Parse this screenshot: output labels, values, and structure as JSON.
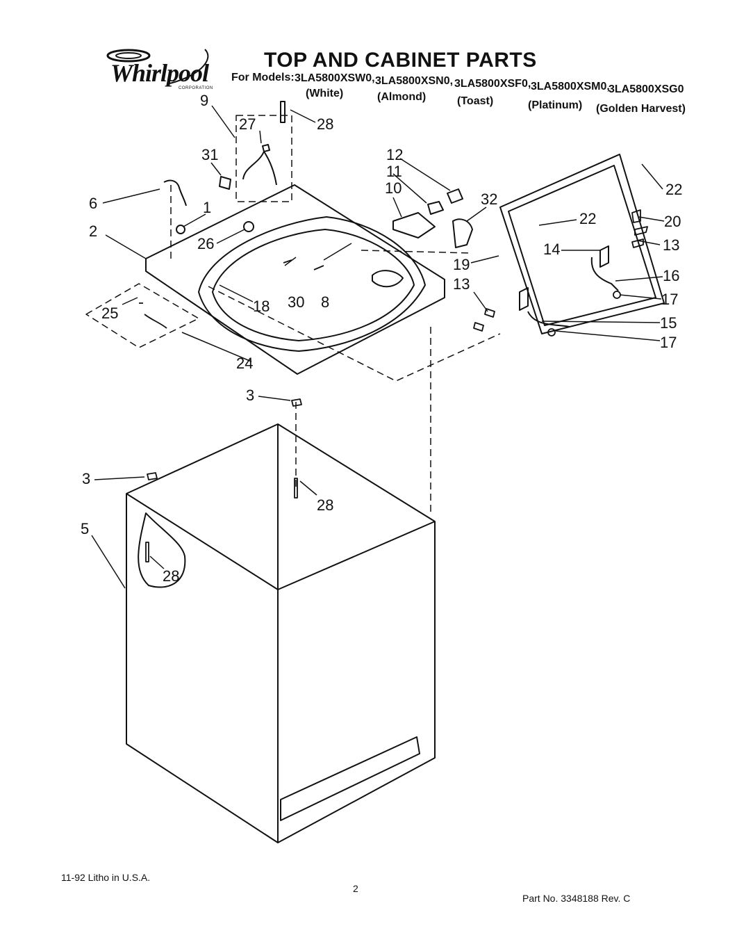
{
  "brand": {
    "name": "Whirlpool",
    "subtitle": "CORPORATION"
  },
  "header": {
    "title": "TOP AND CABINET PARTS",
    "models_label": "For Models:",
    "models": [
      {
        "model": "3LA5800XSW0,",
        "color": "(White)"
      },
      {
        "model": "3LA5800XSN0,",
        "color": "(Almond)"
      },
      {
        "model": "3LA5800XSF0,",
        "color": "(Toast)"
      },
      {
        "model": "3LA5800XSM0,",
        "color": "(Platinum)"
      },
      {
        "model": "3LA5800XSG0",
        "color": "(Golden Harvest)"
      }
    ]
  },
  "callouts": [
    "9",
    "27",
    "28",
    "31",
    "6",
    "1",
    "2",
    "26",
    "12",
    "11",
    "10",
    "32",
    "22",
    "22",
    "20",
    "14",
    "13",
    "19",
    "16",
    "17",
    "13",
    "15",
    "17",
    "30",
    "8",
    "18",
    "25",
    "24",
    "3",
    "3",
    "28",
    "5",
    "28"
  ],
  "footer": {
    "litho": "11-92 Litho in U.S.A.",
    "page": "2",
    "part_no": "Part No. 3348188 Rev. C"
  }
}
